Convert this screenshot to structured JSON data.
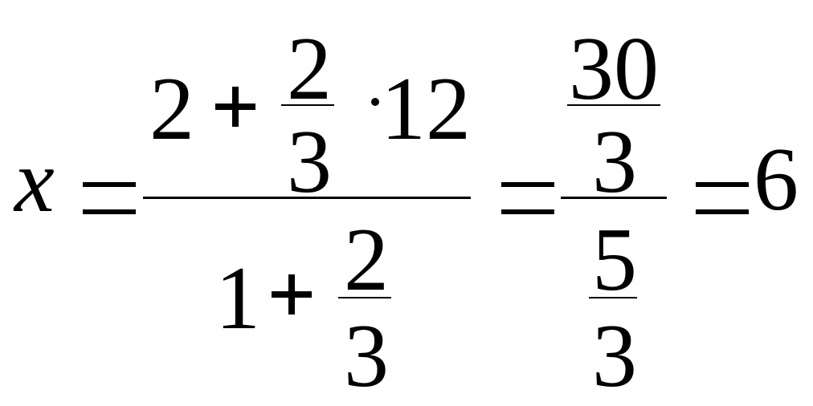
{
  "equation": {
    "variable": "x",
    "frac1": {
      "numerator": {
        "term1": "2",
        "plus": "+",
        "inner_num": "2",
        "inner_den": "3",
        "mult_dot": "·",
        "factor": "12"
      },
      "denominator": {
        "term1": "1",
        "plus": "+",
        "inner_num": "2",
        "inner_den": "3"
      }
    },
    "frac2": {
      "numerator": {
        "num": "30",
        "den": "3"
      },
      "denominator": {
        "num": "5",
        "den": "3"
      }
    },
    "result": "6"
  }
}
